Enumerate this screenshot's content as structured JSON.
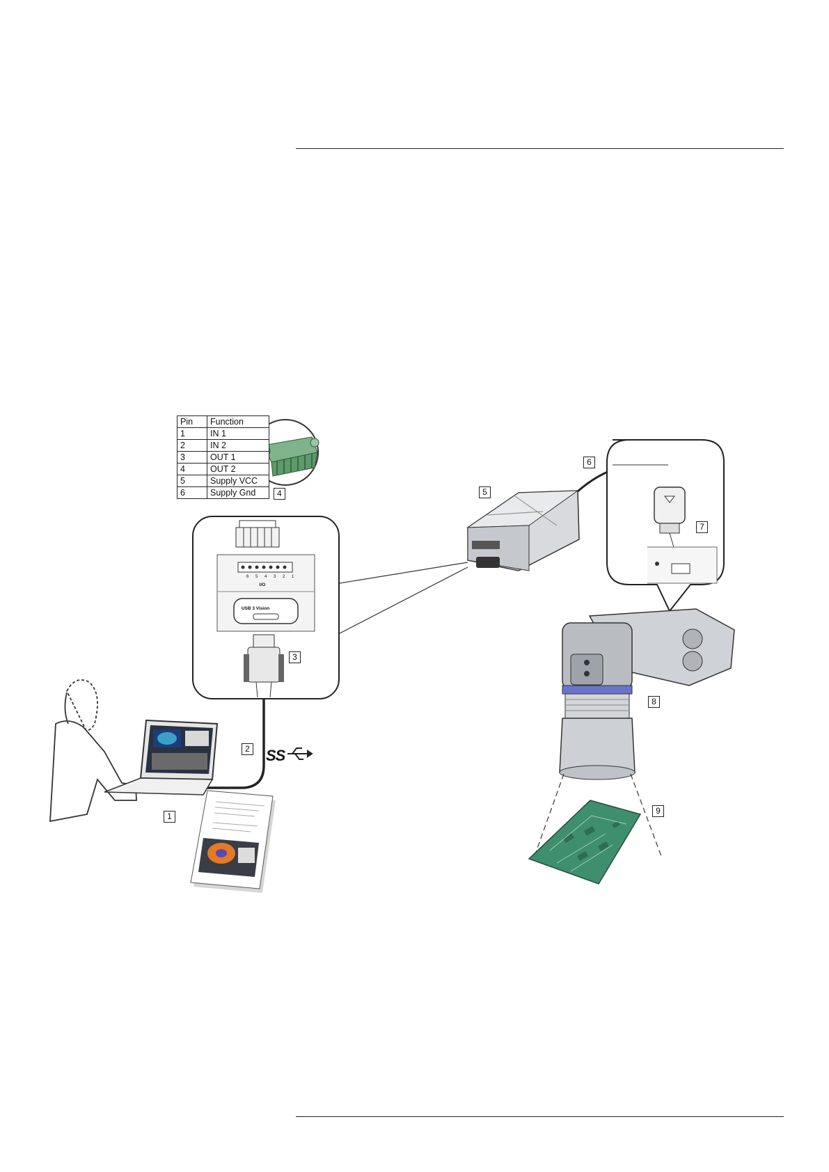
{
  "pin_table": {
    "header": {
      "pin": "Pin",
      "function": "Function"
    },
    "rows": [
      {
        "pin": "1",
        "function": "IN 1"
      },
      {
        "pin": "2",
        "function": "IN 2"
      },
      {
        "pin": "3",
        "function": "OUT 1"
      },
      {
        "pin": "4",
        "function": "OUT 2"
      },
      {
        "pin": "5",
        "function": "Supply VCC"
      },
      {
        "pin": "6",
        "function": "Supply Gnd"
      }
    ]
  },
  "callouts": {
    "c1": "1",
    "c2": "2",
    "c3": "3",
    "c4": "4",
    "c5": "5",
    "c6": "6",
    "c7": "7",
    "c8": "8",
    "c9": "9"
  },
  "connector_panel": {
    "pin_numbers": "6 5 4 3 2 1",
    "io_label": "I/O",
    "usb_label": "USB 3 Vision"
  },
  "usb_logo": "SS",
  "colors": {
    "terminal_block": "#7fb48a",
    "pcb": "#3f8f6e",
    "lens_band": "#6a74c8",
    "device_gray": "#cfd2d6"
  }
}
